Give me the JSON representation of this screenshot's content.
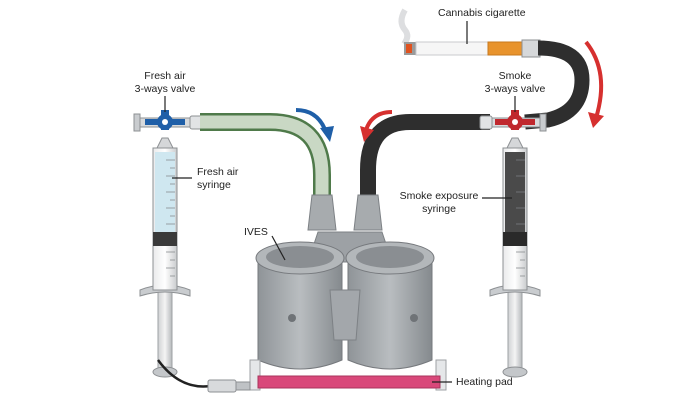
{
  "labels": {
    "cannabis_cigarette": "Cannabis cigarette",
    "fresh_air_valve_1": "Fresh air",
    "fresh_air_valve_2": "3-ways valve",
    "smoke_valve_1": "Smoke",
    "smoke_valve_2": "3-ways valve",
    "fresh_air_syringe_1": "Fresh air",
    "fresh_air_syringe_2": "syringe",
    "smoke_syringe_1": "Smoke exposure",
    "smoke_syringe_2": "syringe",
    "ives": "IVES",
    "heating_pad": "Heating pad"
  },
  "colors": {
    "fresh_air_tube": "#c9d8c4",
    "fresh_air_tube_edge": "#4f7a4a",
    "smoke_tube": "#2e2e2e",
    "fresh_air_fill": "#cfe7f0",
    "smoke_fill": "#4a4a4a",
    "valve_blue": "#1f5fa8",
    "valve_red": "#c0282e",
    "arrow_blue": "#1f5fa8",
    "arrow_red": "#d6302f",
    "heating_pad": "#d9487a",
    "ives_body": "#9a9ea2",
    "cigarette_filter": "#e8932c"
  }
}
